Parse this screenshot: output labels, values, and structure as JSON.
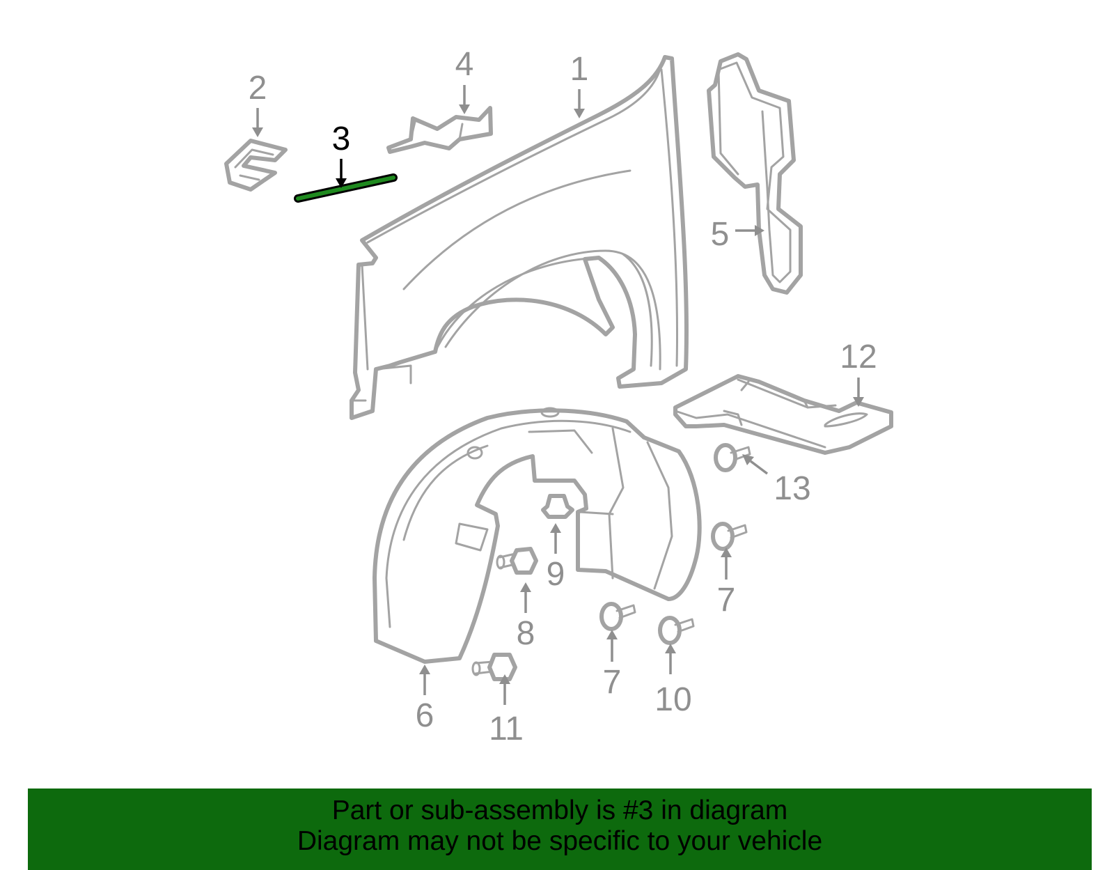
{
  "callouts": [
    {
      "number": "1"
    },
    {
      "number": "2"
    },
    {
      "number": "3"
    },
    {
      "number": "4"
    },
    {
      "number": "5"
    },
    {
      "number": "6"
    },
    {
      "number": "7"
    },
    {
      "number": "7"
    },
    {
      "number": "8"
    },
    {
      "number": "9"
    },
    {
      "number": "10"
    },
    {
      "number": "11"
    },
    {
      "number": "12"
    },
    {
      "number": "13"
    }
  ],
  "highlighted_part": "3",
  "colors": {
    "banner_background": "#0d6a0d",
    "highlight_part": "#1f8a1f",
    "line_art": "#a3a3a3",
    "callout_text": "#8f8f8f"
  },
  "banner": {
    "line1": "Part or sub-assembly is #3 in diagram",
    "line2": "Diagram may not be specific to your vehicle"
  }
}
